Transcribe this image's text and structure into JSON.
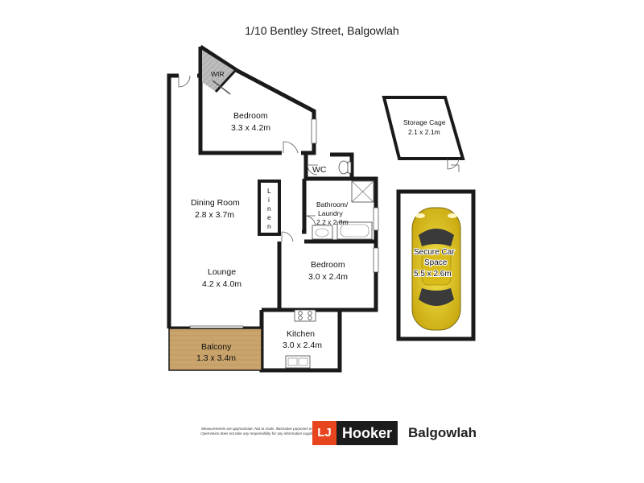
{
  "title": "1/10 Bentley Street, Balgowlah",
  "rooms": {
    "wir": {
      "name": "WIR"
    },
    "bedroom1": {
      "name": "Bedroom",
      "size": "3.3 x 4.2m"
    },
    "dining": {
      "name": "Dining Room",
      "size": "2.8 x 3.7m"
    },
    "lounge": {
      "name": "Lounge",
      "size": "4.2 x 4.0m"
    },
    "linen": {
      "letters": [
        "L",
        "i",
        "n",
        "e",
        "n"
      ]
    },
    "wc": {
      "name": "WC"
    },
    "bathroom": {
      "name": "Bathroom/",
      "name2": "Laundry",
      "size": "2.2 x 2.8m"
    },
    "bedroom2": {
      "name": "Bedroom",
      "size": "3.0 x 2.4m"
    },
    "kitchen": {
      "name": "Kitchen",
      "size": "3.0 x 2.4m"
    },
    "balcony": {
      "name": "Balcony",
      "size": "1.3 x 3.4m"
    },
    "storage": {
      "name": "Storage Cage",
      "size": "2.1 x 2.1m"
    },
    "carspace": {
      "name": "Secure Car",
      "name2": "Space",
      "size": "5.5 x 2.6m"
    }
  },
  "colors": {
    "wall": "#1a1a1a",
    "balcony_fill": "#c9a46c",
    "car_body": "#e6c81e",
    "wir_fill": "#b5b5b5"
  },
  "footer": {
    "disclaimer": "Measurements are approximate. Not to scale. Illustrative purposes only. OpenVision does not take any responsibility for any information supplied",
    "logo_mark": "LJ",
    "logo_word": "Hooker",
    "office": "Balgowlah"
  }
}
